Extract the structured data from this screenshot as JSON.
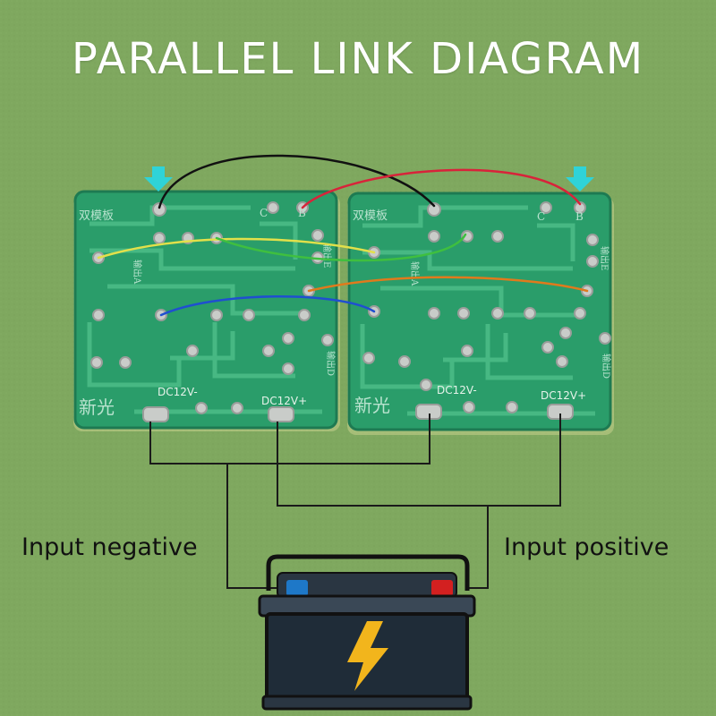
{
  "title": "PARALLEL LINK DIAGRAM",
  "labels": {
    "input_negative": "Input negative",
    "input_positive": "Input positive"
  },
  "boards": [
    {
      "name": "left-board",
      "silk": {
        "top_left": "双模板",
        "output_a": "输出A",
        "pin_c": "C",
        "pin_b": "B",
        "output_e": "输出E",
        "output_d": "输出D",
        "brand": "新光",
        "dc_minus": "DC12V-",
        "dc_plus": "DC12V+"
      }
    },
    {
      "name": "right-board",
      "silk": {
        "top_left": "双模板",
        "output_a": "输出A",
        "pin_c": "C",
        "pin_b": "B",
        "output_e": "输出E",
        "output_d": "输出D",
        "brand": "新光",
        "dc_minus": "DC12V-",
        "dc_plus": "DC12V+"
      }
    }
  ],
  "wire_colors": {
    "black": "#111111",
    "red": "#d8233a",
    "yellow": "#e2e04a",
    "green": "#3fbf3f",
    "orange": "#e07a1c",
    "blue": "#1f4fd0"
  },
  "colors": {
    "background": "#7fa85f",
    "pcb": "#2a9d6a",
    "pcb_dark": "#1e7a52",
    "arrow": "#2fd3d8",
    "battery_body": "#1f2c38",
    "bolt": "#f2b51c",
    "terminal_negative": "#1e78c8",
    "terminal_positive": "#d32020"
  },
  "icons": {
    "arrow": "arrow-down-icon",
    "battery": "battery-icon",
    "bolt": "lightning-bolt-icon"
  }
}
